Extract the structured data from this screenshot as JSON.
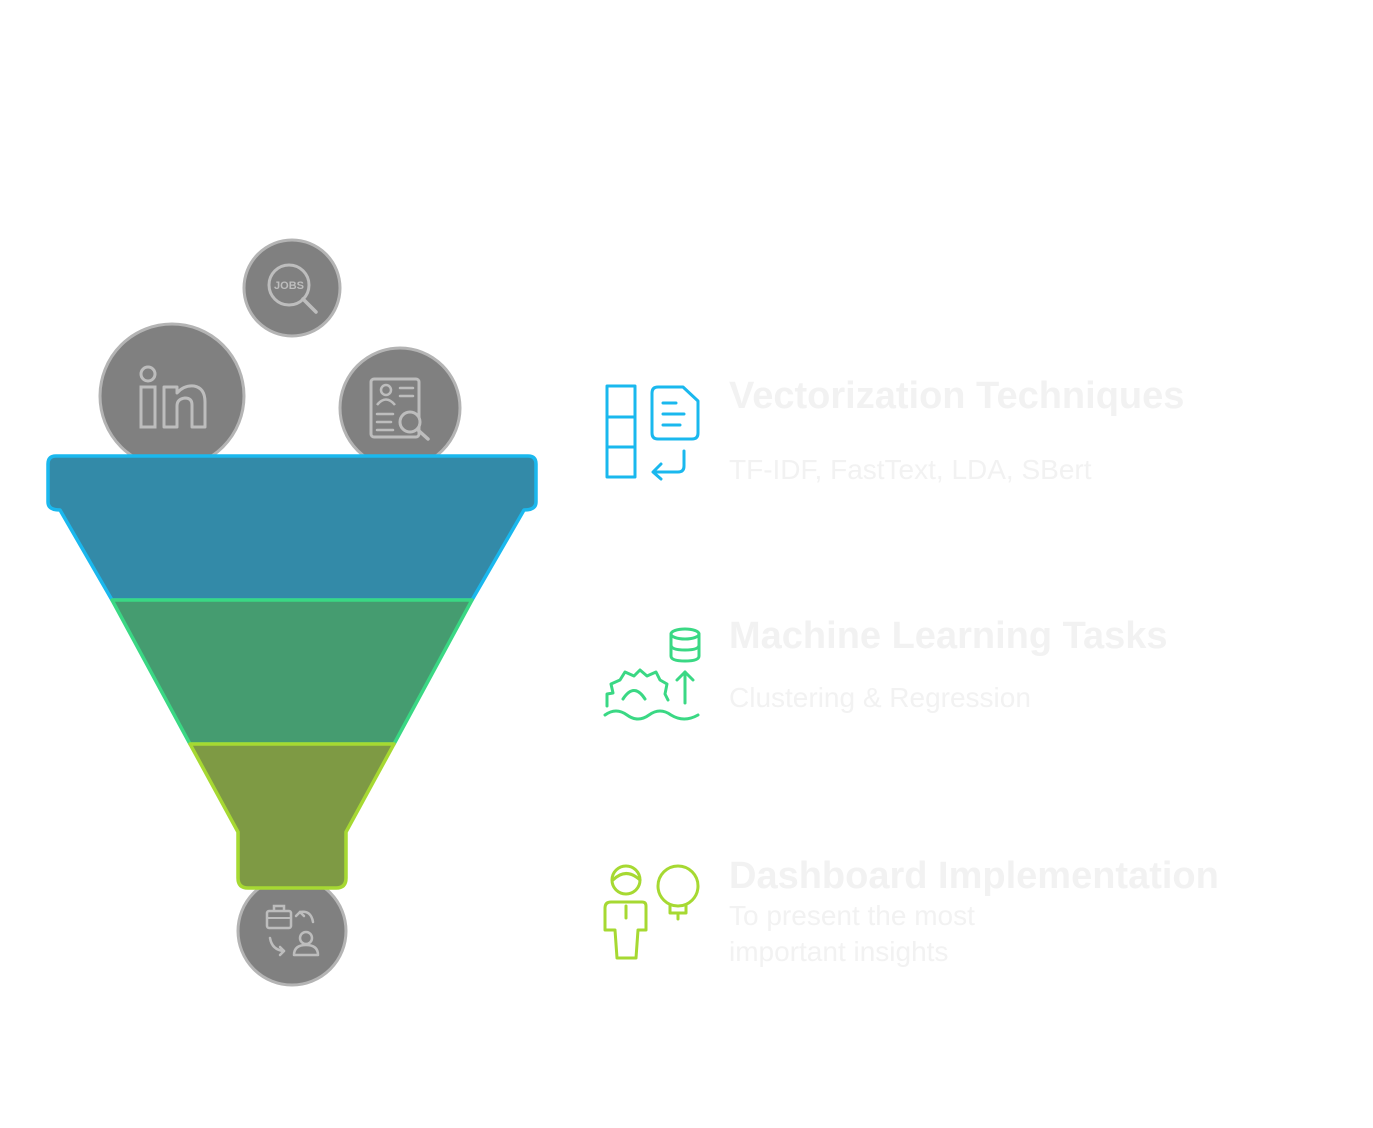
{
  "input_icons": [
    {
      "name": "jobs-search-icon",
      "label": "JOBS"
    },
    {
      "name": "linkedin-icon",
      "label": "in"
    },
    {
      "name": "resume-search-icon"
    }
  ],
  "output_icon": {
    "name": "job-candidate-match-icon"
  },
  "stages": [
    {
      "title": "Vectorization Techniques",
      "description": "TF-IDF, FastText, LDA, SBert",
      "fill": "#338aa8",
      "stroke": "#1ab8ee",
      "icon": "vector-document-icon"
    },
    {
      "title": "Machine Learning Tasks",
      "description": "Clustering & Regression",
      "fill": "#459c70",
      "stroke": "#3ad884",
      "icon": "machine-learning-data-icon"
    },
    {
      "title": "Dashboard Implementation",
      "description_lines": [
        "To present the most",
        "important insights"
      ],
      "fill": "#7e9a44",
      "stroke": "#a6d932",
      "icon": "insight-presenter-icon"
    }
  ],
  "colors": {
    "circle_fill": "#808080",
    "circle_stroke": "#b4b4b4",
    "icon_stroke": "#bdbdbd",
    "text": "#f2f2f2"
  }
}
